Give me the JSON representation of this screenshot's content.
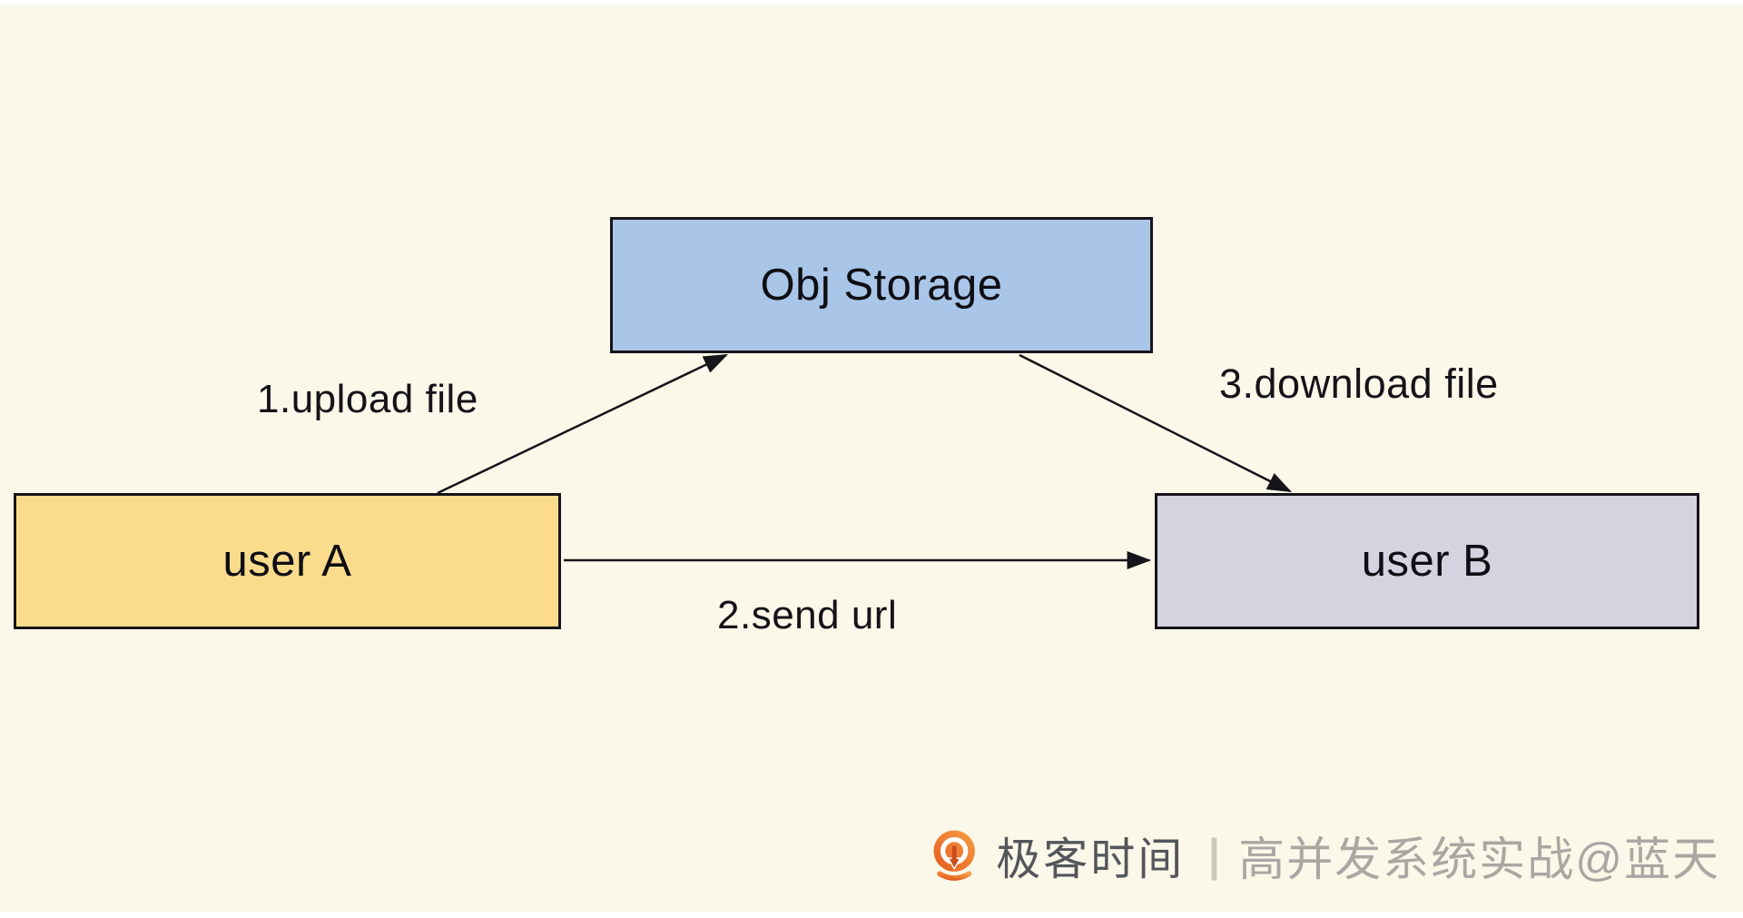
{
  "diagram": {
    "nodes": [
      {
        "id": "obj-storage",
        "label": "Obj Storage",
        "fill": "#A9C6E8"
      },
      {
        "id": "user-a",
        "label": "user A",
        "fill": "#FBDC8D"
      },
      {
        "id": "user-b",
        "label": "user B",
        "fill": "#D4D3E0"
      }
    ],
    "edges": [
      {
        "id": "upload",
        "label": "1.upload file",
        "from": "user-a",
        "to": "obj-storage"
      },
      {
        "id": "send-url",
        "label": "2.send url",
        "from": "user-a",
        "to": "user-b"
      },
      {
        "id": "download",
        "label": "3.download file",
        "from": "obj-storage",
        "to": "user-b"
      }
    ],
    "line_color": "#15151A",
    "background": "#FBF8E9"
  },
  "watermark": {
    "brand": "极客时间",
    "separator": "|",
    "credit": "高并发系统实战@蓝天",
    "brand_color": "#53565B",
    "credit_color": "#A8A7A2",
    "logo_orange": "#EE752F"
  }
}
